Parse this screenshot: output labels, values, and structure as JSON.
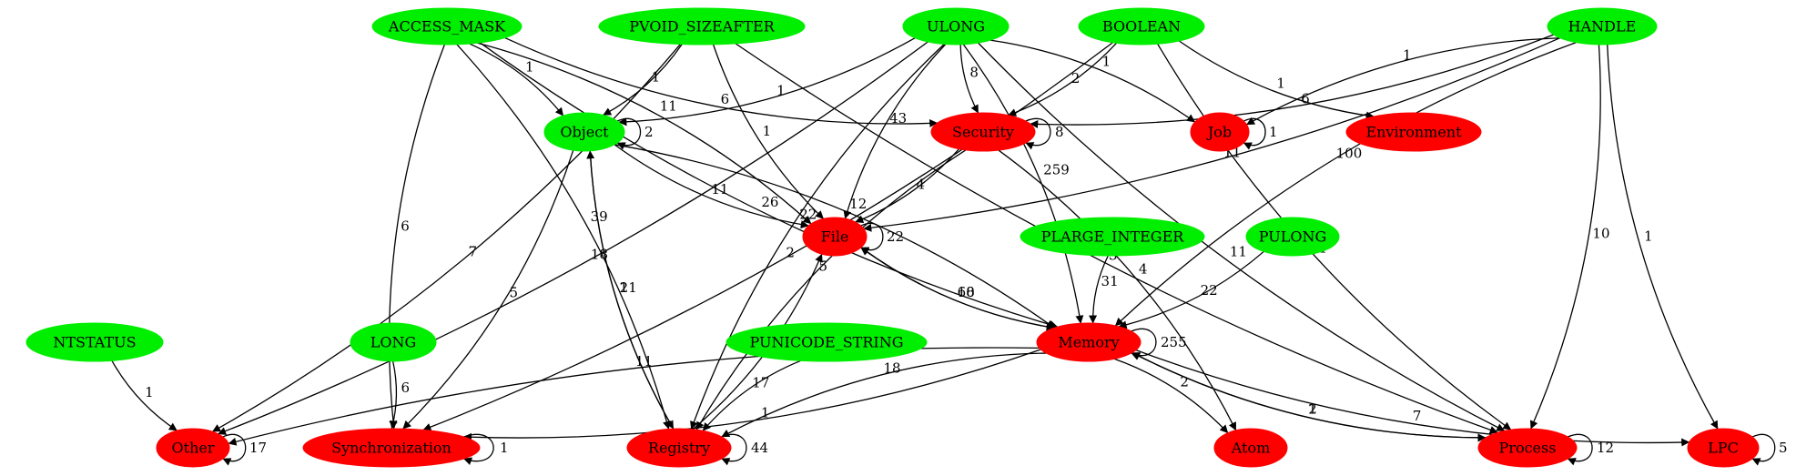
{
  "graph": {
    "nodes": [
      {
        "id": "access_mask",
        "label": "ACCESS_MASK",
        "kind": "type"
      },
      {
        "id": "pvoid_sizeafter",
        "label": "PVOID_SIZEAFTER",
        "kind": "type"
      },
      {
        "id": "ulong",
        "label": "ULONG",
        "kind": "type"
      },
      {
        "id": "boolean",
        "label": "BOOLEAN",
        "kind": "type"
      },
      {
        "id": "handle",
        "label": "HANDLE",
        "kind": "type"
      },
      {
        "id": "object",
        "label": "Object",
        "kind": "type"
      },
      {
        "id": "security",
        "label": "Security",
        "kind": "category"
      },
      {
        "id": "job",
        "label": "Job",
        "kind": "category"
      },
      {
        "id": "environment",
        "label": "Environment",
        "kind": "category"
      },
      {
        "id": "file",
        "label": "File",
        "kind": "category"
      },
      {
        "id": "plarge_integer",
        "label": "PLARGE_INTEGER",
        "kind": "type"
      },
      {
        "id": "pulong",
        "label": "PULONG",
        "kind": "type"
      },
      {
        "id": "ntstatus",
        "label": "NTSTATUS",
        "kind": "type"
      },
      {
        "id": "long",
        "label": "LONG",
        "kind": "type"
      },
      {
        "id": "punicode_string",
        "label": "PUNICODE_STRING",
        "kind": "type"
      },
      {
        "id": "memory",
        "label": "Memory",
        "kind": "category"
      },
      {
        "id": "other",
        "label": "Other",
        "kind": "category"
      },
      {
        "id": "synchronization",
        "label": "Synchronization",
        "kind": "category"
      },
      {
        "id": "registry",
        "label": "Registry",
        "kind": "category"
      },
      {
        "id": "atom",
        "label": "Atom",
        "kind": "category"
      },
      {
        "id": "process",
        "label": "Process",
        "kind": "category"
      },
      {
        "id": "lpc",
        "label": "LPC",
        "kind": "category"
      }
    ],
    "edges": [
      {
        "from": "access_mask",
        "to": "object",
        "label": "1"
      },
      {
        "from": "access_mask",
        "to": "security",
        "label": "6"
      },
      {
        "from": "access_mask",
        "to": "file",
        "label": "11"
      },
      {
        "from": "access_mask",
        "to": "synchronization",
        "label": "6"
      },
      {
        "from": "access_mask",
        "to": "registry",
        "label": "39"
      },
      {
        "from": "access_mask",
        "to": "memory",
        "label": "26"
      },
      {
        "from": "pvoid_sizeafter",
        "to": "object",
        "label": "1"
      },
      {
        "from": "pvoid_sizeafter",
        "to": "file",
        "label": "1"
      },
      {
        "from": "pvoid_sizeafter",
        "to": "other",
        "label": "7"
      },
      {
        "from": "pvoid_sizeafter",
        "to": "process",
        "label": "3"
      },
      {
        "from": "ulong",
        "to": "object",
        "label": "1"
      },
      {
        "from": "ulong",
        "to": "security",
        "label": "8"
      },
      {
        "from": "ulong",
        "to": "job",
        "label": "1"
      },
      {
        "from": "ulong",
        "to": "file",
        "label": "43"
      },
      {
        "from": "ulong",
        "to": "memory",
        "label": "259"
      },
      {
        "from": "ulong",
        "to": "registry",
        "label": "22"
      },
      {
        "from": "ulong",
        "to": "other",
        "label": "18"
      },
      {
        "from": "ulong",
        "to": "process",
        "label": "11"
      },
      {
        "from": "boolean",
        "to": "security",
        "label": "2"
      },
      {
        "from": "boolean",
        "to": "environment",
        "label": "1"
      },
      {
        "from": "boolean",
        "to": "synchronization",
        "label": "2"
      },
      {
        "from": "boolean",
        "to": "process",
        "label": "1"
      },
      {
        "from": "handle",
        "to": "security",
        "label": "6"
      },
      {
        "from": "handle",
        "to": "job",
        "label": "1"
      },
      {
        "from": "handle",
        "to": "file",
        "label": "11"
      },
      {
        "from": "handle",
        "to": "memory",
        "label": "100"
      },
      {
        "from": "handle",
        "to": "process",
        "label": "10"
      },
      {
        "from": "handle",
        "to": "lpc",
        "label": "1"
      },
      {
        "from": "object",
        "to": "object",
        "label": "2"
      },
      {
        "from": "object",
        "to": "file",
        "label": "11"
      },
      {
        "from": "object",
        "to": "synchronization",
        "label": "5"
      },
      {
        "from": "object",
        "to": "registry",
        "label": "21"
      },
      {
        "from": "object",
        "to": "memory",
        "label": "12"
      },
      {
        "from": "security",
        "to": "security",
        "label": "8"
      },
      {
        "from": "security",
        "to": "file",
        "label": "4"
      },
      {
        "from": "security",
        "to": "registry",
        "label": "5"
      },
      {
        "from": "security",
        "to": "atom",
        "label": "4"
      },
      {
        "from": "job",
        "to": "job",
        "label": "1"
      },
      {
        "from": "file",
        "to": "file",
        "label": "22"
      },
      {
        "from": "file",
        "to": "memory",
        "label": "10"
      },
      {
        "from": "memory",
        "to": "file",
        "label": "68"
      },
      {
        "from": "plarge_integer",
        "to": "memory",
        "label": "31"
      },
      {
        "from": "pulong",
        "to": "memory",
        "label": "22"
      },
      {
        "from": "ntstatus",
        "to": "other",
        "label": "1"
      },
      {
        "from": "long",
        "to": "synchronization",
        "label": "6"
      },
      {
        "from": "punicode_string",
        "to": "registry",
        "label": "17"
      },
      {
        "from": "memory",
        "to": "memory",
        "label": "255"
      },
      {
        "from": "memory",
        "to": "other",
        "label": "11"
      },
      {
        "from": "memory",
        "to": "synchronization",
        "label": "1"
      },
      {
        "from": "memory",
        "to": "registry",
        "label": "18"
      },
      {
        "from": "memory",
        "to": "atom",
        "label": "2"
      },
      {
        "from": "memory",
        "to": "process",
        "label": "1"
      },
      {
        "from": "process",
        "to": "memory",
        "label": "2"
      },
      {
        "from": "memory",
        "to": "lpc",
        "label": "7"
      },
      {
        "from": "registry",
        "to": "object",
        "label": "1"
      },
      {
        "from": "registry",
        "to": "file",
        "label": "15"
      },
      {
        "from": "registry",
        "to": "registry",
        "label": "44"
      },
      {
        "from": "other",
        "to": "other",
        "label": "17"
      },
      {
        "from": "synchronization",
        "to": "synchronization",
        "label": "1"
      },
      {
        "from": "process",
        "to": "process",
        "label": "12"
      },
      {
        "from": "lpc",
        "to": "lpc",
        "label": "5"
      }
    ]
  },
  "colors": {
    "type_node": "#00ee00",
    "category_node": "#ff0000",
    "edge": "#000000"
  }
}
